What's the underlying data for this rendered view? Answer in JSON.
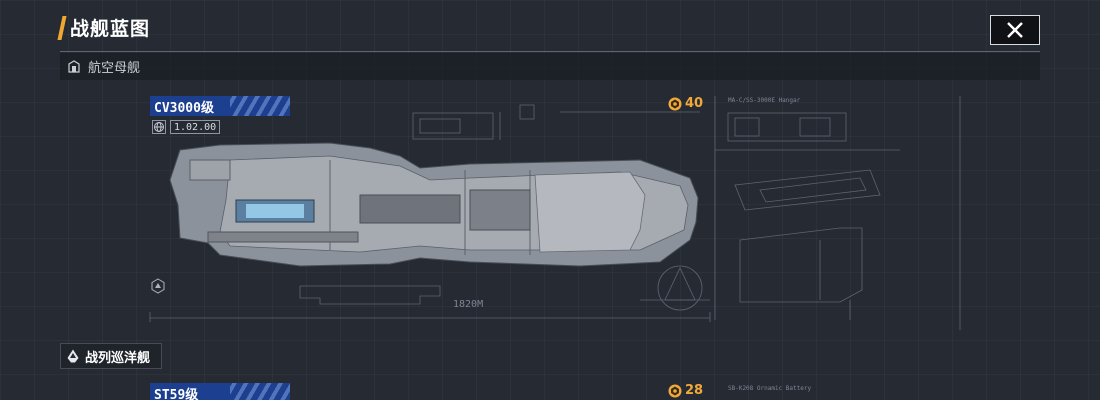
{
  "page": {
    "title": "战舰蓝图"
  },
  "sections": [
    {
      "label": "航空母舰",
      "icon": "hangar-icon",
      "ship": {
        "class_name": "CV3000级",
        "version": "1.02.00",
        "cost": "40",
        "length_label": "1820M",
        "blueprint_caption": "MA-C/SS-3000E Hangar"
      }
    },
    {
      "label": "战列巡洋舰",
      "icon": "battlecruiser-icon",
      "ship": {
        "class_name": "ST59级",
        "cost": "28",
        "blueprint_caption": "SB-K208 Ornamic Battery"
      }
    }
  ],
  "colors": {
    "accent": "#f0a830",
    "tag_blue": "#1c3f8f",
    "cost_orange": "#f2a83a",
    "background": "#262b33"
  },
  "icons": {
    "close": "close-icon",
    "globe": "globe-icon",
    "cost": "resource-icon",
    "ship_marker": "ship-marker-icon"
  }
}
